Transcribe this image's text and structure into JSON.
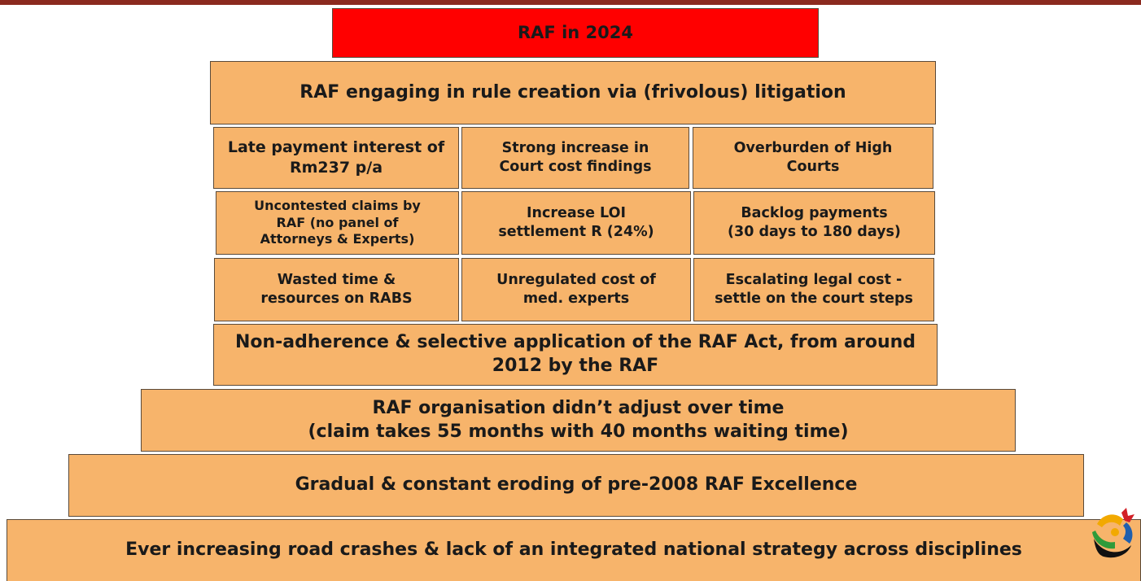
{
  "title": "RAF in 2024",
  "colors": {
    "box_fill": "#f7b46b",
    "title_fill": "#ff0000",
    "top_bar": "#8b2a1f"
  },
  "levels": {
    "top": "RAF engaging in rule creation via (frivolous) litigation",
    "grid": [
      [
        "Late payment interest of\nRm237 p/a",
        "Strong increase in\nCourt cost findings",
        "Overburden of High\nCourts"
      ],
      [
        "Uncontested claims by\nRAF (no panel of\nAttorneys & Experts)",
        "Increase LOI\nsettlement R (24%)",
        "Backlog payments\n(30 days to 180 days)"
      ],
      [
        "Wasted time &\nresources on RABS",
        "Unregulated cost of\nmed. experts",
        "Escalating legal cost -\nsettle on the court steps"
      ]
    ],
    "non_adherence": "Non-adherence & selective application of the RAF Act, from around\n2012 by the RAF",
    "organisation": "RAF organisation didn’t adjust over time\n(claim takes 55 months with 40 months waiting time)",
    "eroding": "Gradual & constant eroding of pre-2008 RAF Excellence",
    "base": "Ever increasing road crashes & lack of an integrated national strategy across disciplines"
  },
  "logo_icon": "raf-logo-icon"
}
